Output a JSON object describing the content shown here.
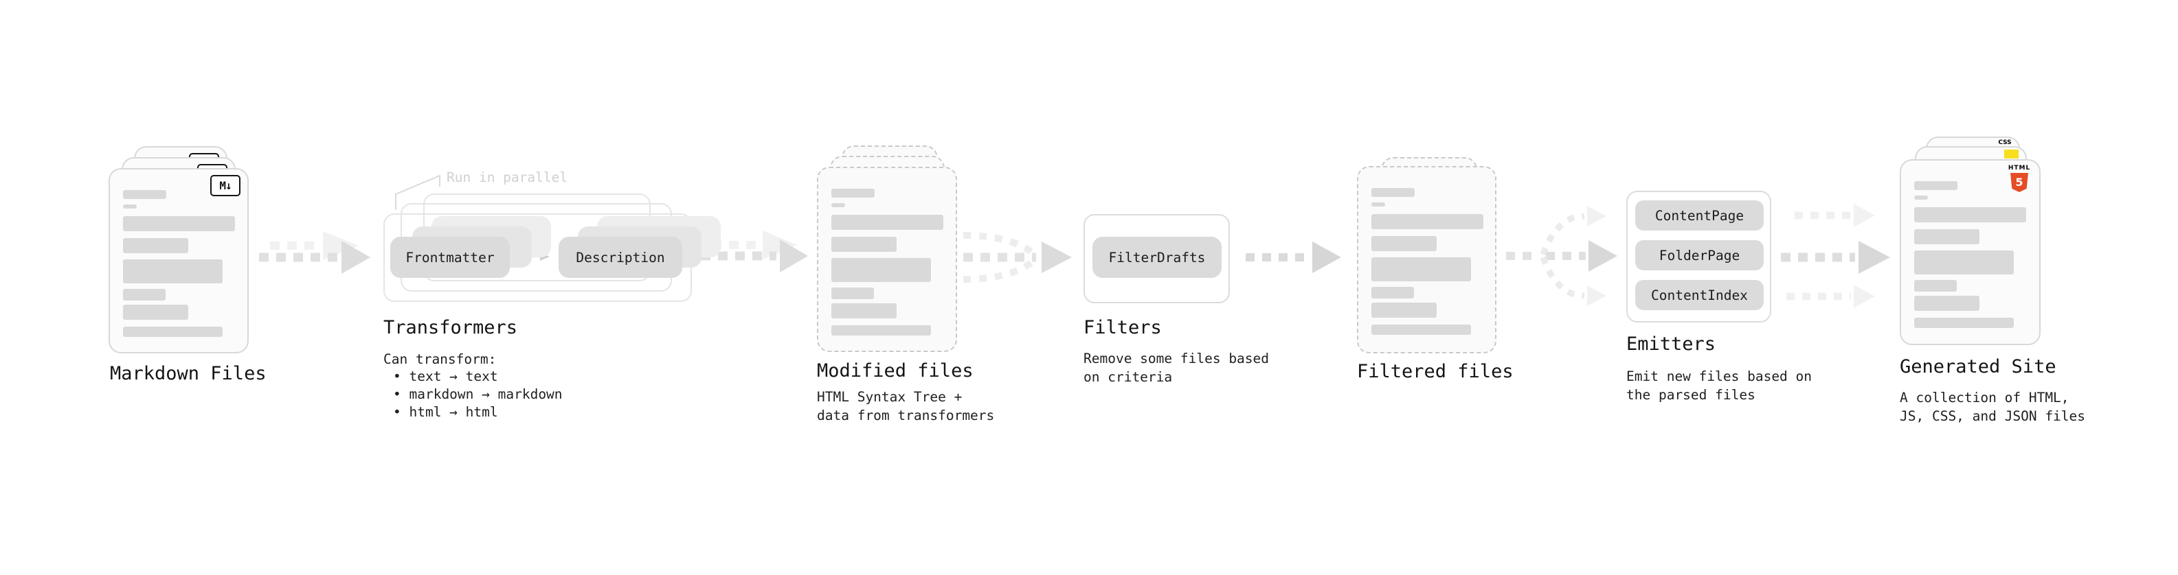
{
  "stages": {
    "markdown": {
      "label": "Markdown Files",
      "icon_text": "M↓"
    },
    "transformers": {
      "title": "Transformers",
      "callout": "Run in parallel",
      "source_pill": "Frontmatter",
      "target_pill": "Description",
      "note_heading": "Can transform:",
      "bullets": [
        "• text → text",
        "• markdown → markdown",
        "• html → html"
      ]
    },
    "modified": {
      "title": "Modified files",
      "desc_line1": "HTML Syntax Tree +",
      "desc_line2": "data from transformers"
    },
    "filters": {
      "title": "Filters",
      "pill": "FilterDrafts",
      "desc_line1": "Remove some files based",
      "desc_line2": "on criteria"
    },
    "filtered": {
      "label": "Filtered files"
    },
    "emitters": {
      "title": "Emitters",
      "pills": [
        "ContentPage",
        "FolderPage",
        "ContentIndex"
      ],
      "desc_line1": "Emit new files based on",
      "desc_line2": "the parsed files"
    },
    "generated": {
      "title": "Generated Site",
      "desc_line1": "A collection of HTML,",
      "desc_line2": "JS, CSS, and JSON files",
      "badges": {
        "css": "CSS",
        "html_label": "HTML",
        "html_number": "5"
      }
    }
  },
  "colors": {
    "html5_orange": "#e44d26",
    "css_blue": "#2965f1",
    "js_yellow": "#f7df1e",
    "card_border": "#d8d8d8",
    "skeleton_bar": "#d9d9d9",
    "pill_gray": "#dbdbdb",
    "arrow_gray": "#dedede",
    "arrow_ghost": "#f0f0f0"
  }
}
